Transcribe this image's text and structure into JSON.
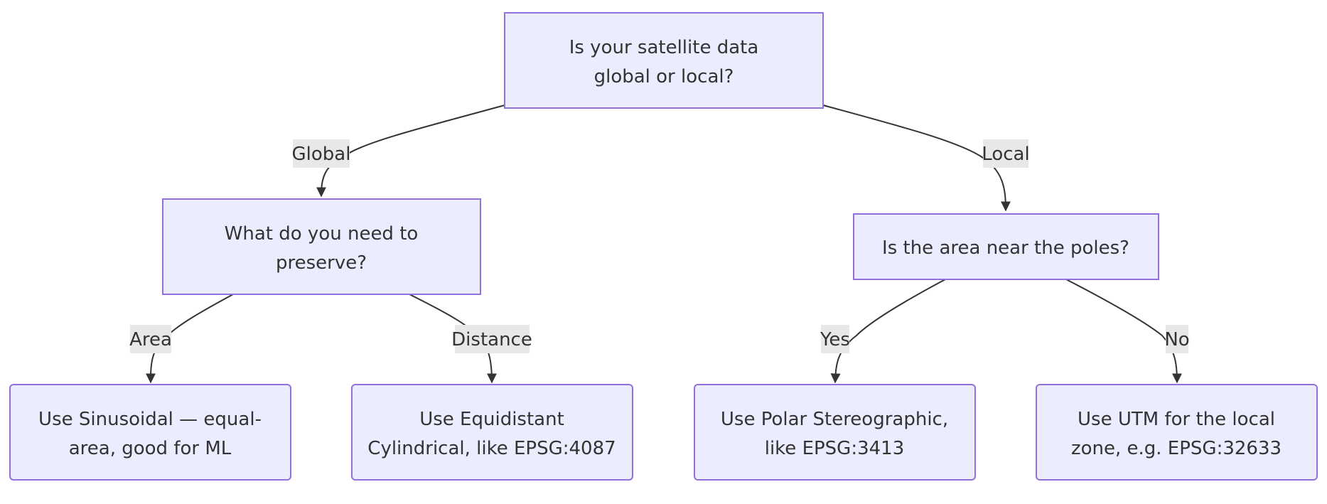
{
  "nodes": {
    "root": {
      "lines": [
        "Is your satellite data",
        "global or local?"
      ]
    },
    "preserve": {
      "lines": [
        "What do you need to",
        "preserve?"
      ]
    },
    "poles": {
      "lines": [
        "Is the area near the poles?"
      ]
    },
    "sinusoidal": {
      "lines": [
        "Use Sinusoidal — equal-",
        "area, good for ML"
      ]
    },
    "equidistant": {
      "lines": [
        "Use Equidistant",
        "Cylindrical, like EPSG:4087"
      ]
    },
    "polar": {
      "lines": [
        "Use Polar Stereographic,",
        "like EPSG:3413"
      ]
    },
    "utm": {
      "lines": [
        "Use UTM for the local",
        "zone, e.g. EPSG:32633"
      ]
    }
  },
  "edges": {
    "global": "Global",
    "local": "Local",
    "area": "Area",
    "distance": "Distance",
    "yes": "Yes",
    "no": "No"
  },
  "colors": {
    "node_fill": "#ECECFF",
    "node_stroke": "#9370DB",
    "edge": "#333333",
    "label_bg": "#e8e8e8"
  }
}
